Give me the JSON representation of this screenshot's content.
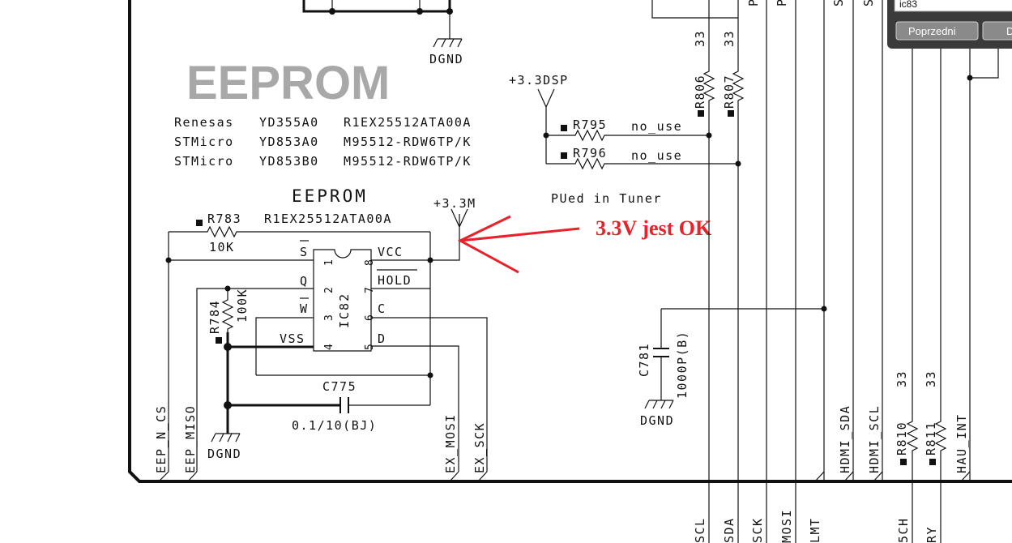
{
  "section_title": "EEPROM",
  "parts_table": [
    {
      "maker": "Renesas",
      "code": "YD355A0",
      "part": "R1EX25512ATA00A"
    },
    {
      "maker": "STMicro",
      "code": "YD853A0",
      "part": "M95512-RDW6TP/K"
    },
    {
      "maker": "STMicro",
      "code": "YD853B0",
      "part": "M95512-RDW6TP/K"
    }
  ],
  "chip": {
    "title": "EEPROM",
    "ref": "IC82",
    "pin_nums": [
      "1",
      "2",
      "3",
      "4",
      "5",
      "6",
      "7",
      "8"
    ],
    "pin_left": [
      "S",
      "Q",
      "W",
      "VSS"
    ],
    "pin_right": [
      "VCC",
      "HOLD",
      "C",
      "D"
    ]
  },
  "r783": {
    "ref": "R783",
    "part": "R1EX25512ATA00A",
    "value": "10K"
  },
  "r784": {
    "ref": "R784",
    "value": "100K"
  },
  "c775": {
    "ref": "C775",
    "value": "0.1/10(BJ)"
  },
  "c781": {
    "ref": "C781",
    "value": "1000P(B)"
  },
  "r795": {
    "ref": "R795",
    "value": "no_use"
  },
  "r796": {
    "ref": "R796",
    "value": "no_use"
  },
  "r806": {
    "ref": "R806",
    "value": "33"
  },
  "r807": {
    "ref": "R807",
    "value": "33"
  },
  "r810": {
    "ref": "R810",
    "value": "33"
  },
  "r811": {
    "ref": "R811",
    "value": "33"
  },
  "power": {
    "dsp": "+3.3DSP",
    "m": "+3.3M",
    "gnd": "DGND"
  },
  "pued_note": "PUed in Tuner",
  "annotation": {
    "text": "3.3V jest OK",
    "color": "#e8222a"
  },
  "net_labels": {
    "eep_n_cs": "EEP_N_CS",
    "eep_miso": "EEP_MISO",
    "ex_mosi": "EX_MOSI",
    "ex_sck": "EX_SCK",
    "hdmi_sda": "HDMI_SDA",
    "hdmi_scl": "HDMI_SCL",
    "hau_int": "HAU_INT"
  },
  "bottom_nets": [
    "SCL",
    "SDA",
    "SCK",
    "MOSI",
    "LMT",
    "5CH",
    "RY"
  ],
  "top_partials": [
    "P",
    "P",
    "S",
    "S"
  ],
  "dialog": {
    "field_value": "ic83",
    "prev_button": "Poprzedni",
    "next_button": "D"
  }
}
